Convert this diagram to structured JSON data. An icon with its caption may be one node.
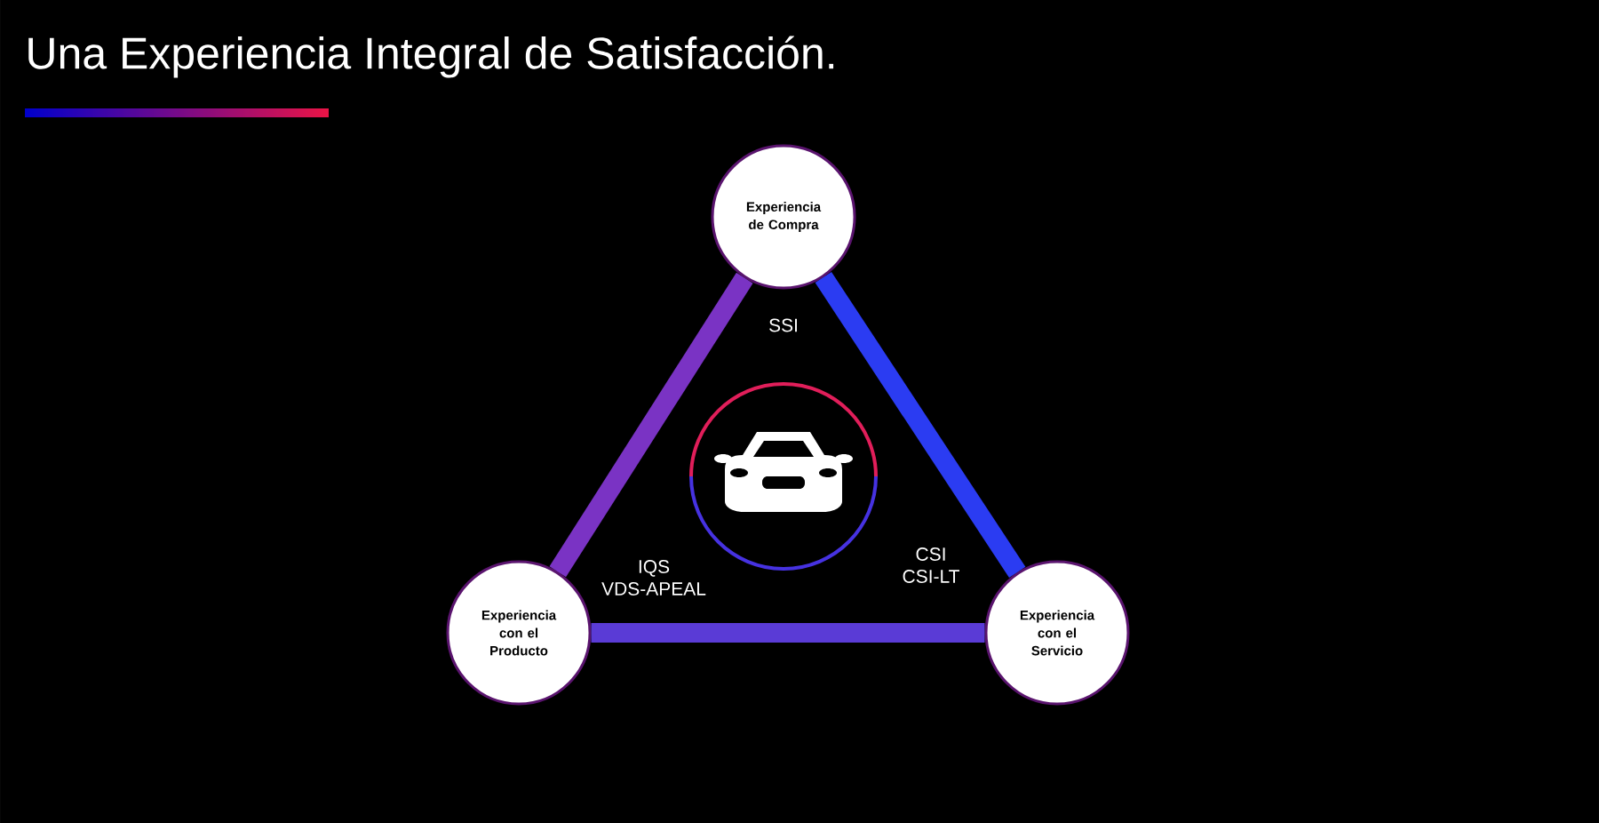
{
  "diagram": {
    "title": "Una Experiencia Integral de Satisfacción.",
    "nodes": [
      {
        "text": [
          "Experiencia de Compra"
        ]
      },
      {
        "text": [
          "Experiencia con el Producto"
        ]
      },
      {
        "text": [
          "Experiencia con el Servicio"
        ]
      },
      {
        "text": [],
        "shape": "circle"
      }
    ],
    "edges": [
      {
        "from": 0,
        "to": 1,
        "arrow": "none",
        "color": "#7a33c4"
      },
      {
        "from": 0,
        "to": 2,
        "arrow": "none",
        "color": "#2b3cf2"
      },
      {
        "from": 1,
        "to": 2,
        "arrow": "none",
        "color": "#5a3bd6"
      }
    ],
    "labels": [
      "SSI",
      "IQS VDS-APEAL",
      "CSI CSI-LT"
    ]
  }
}
